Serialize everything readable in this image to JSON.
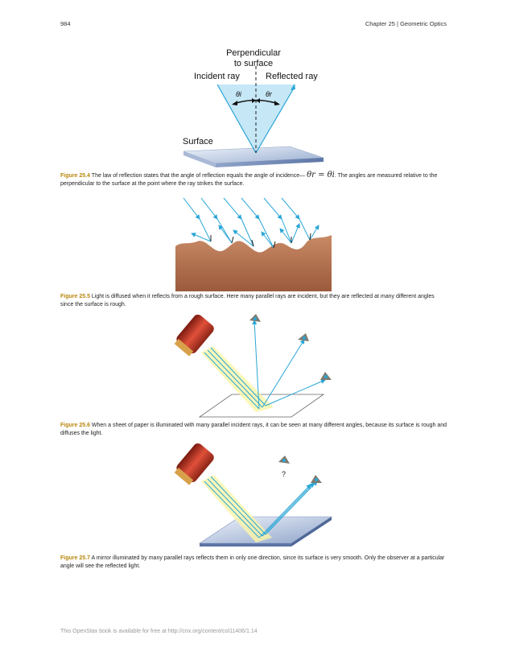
{
  "header": {
    "page_number": "984",
    "chapter": "Chapter 25 | Geometric Optics"
  },
  "fig4": {
    "label_perpendicular_1": "Perpendicular",
    "label_perpendicular_2": "to surface",
    "label_incident": "Incident ray",
    "label_reflected": "Reflected ray",
    "label_theta_i": "θi",
    "label_theta_r": "θr",
    "label_surface": "Surface",
    "caption_label": "Figure 25.4",
    "caption_before": " The law of reflection states that the angle of reflection equals the angle of incidence—",
    "caption_math": "θr = θi",
    "caption_after": ". The angles are measured relative to the perpendicular to the surface at the point where the ray strikes the surface."
  },
  "fig5": {
    "caption_label": "Figure 25.5",
    "caption_text": " Light is diffused when it reflects from a rough surface. Here many parallel rays are incident, but they are reflected at many different angles since the surface is rough."
  },
  "fig6": {
    "caption_label": "Figure 25.6",
    "caption_text": " When a sheet of paper is illuminated with many parallel incident rays, it can be seen at many different angles, because its surface is rough and diffuses the light."
  },
  "fig7": {
    "question_mark": "?",
    "caption_label": "Figure 25.7",
    "caption_text": " A mirror illuminated by many parallel rays reflects them in only one direction, since its surface is very smooth. Only the observer at a particular angle will see the reflected light."
  },
  "footer": {
    "text": "This OpenStax book is available for free at http://cnx.org/content/col11406/1.14"
  },
  "colors": {
    "ray": "#29a6d6",
    "figure_label": "#b8860b",
    "ground": "#b06c4a",
    "flashlight": "#c0392b"
  }
}
